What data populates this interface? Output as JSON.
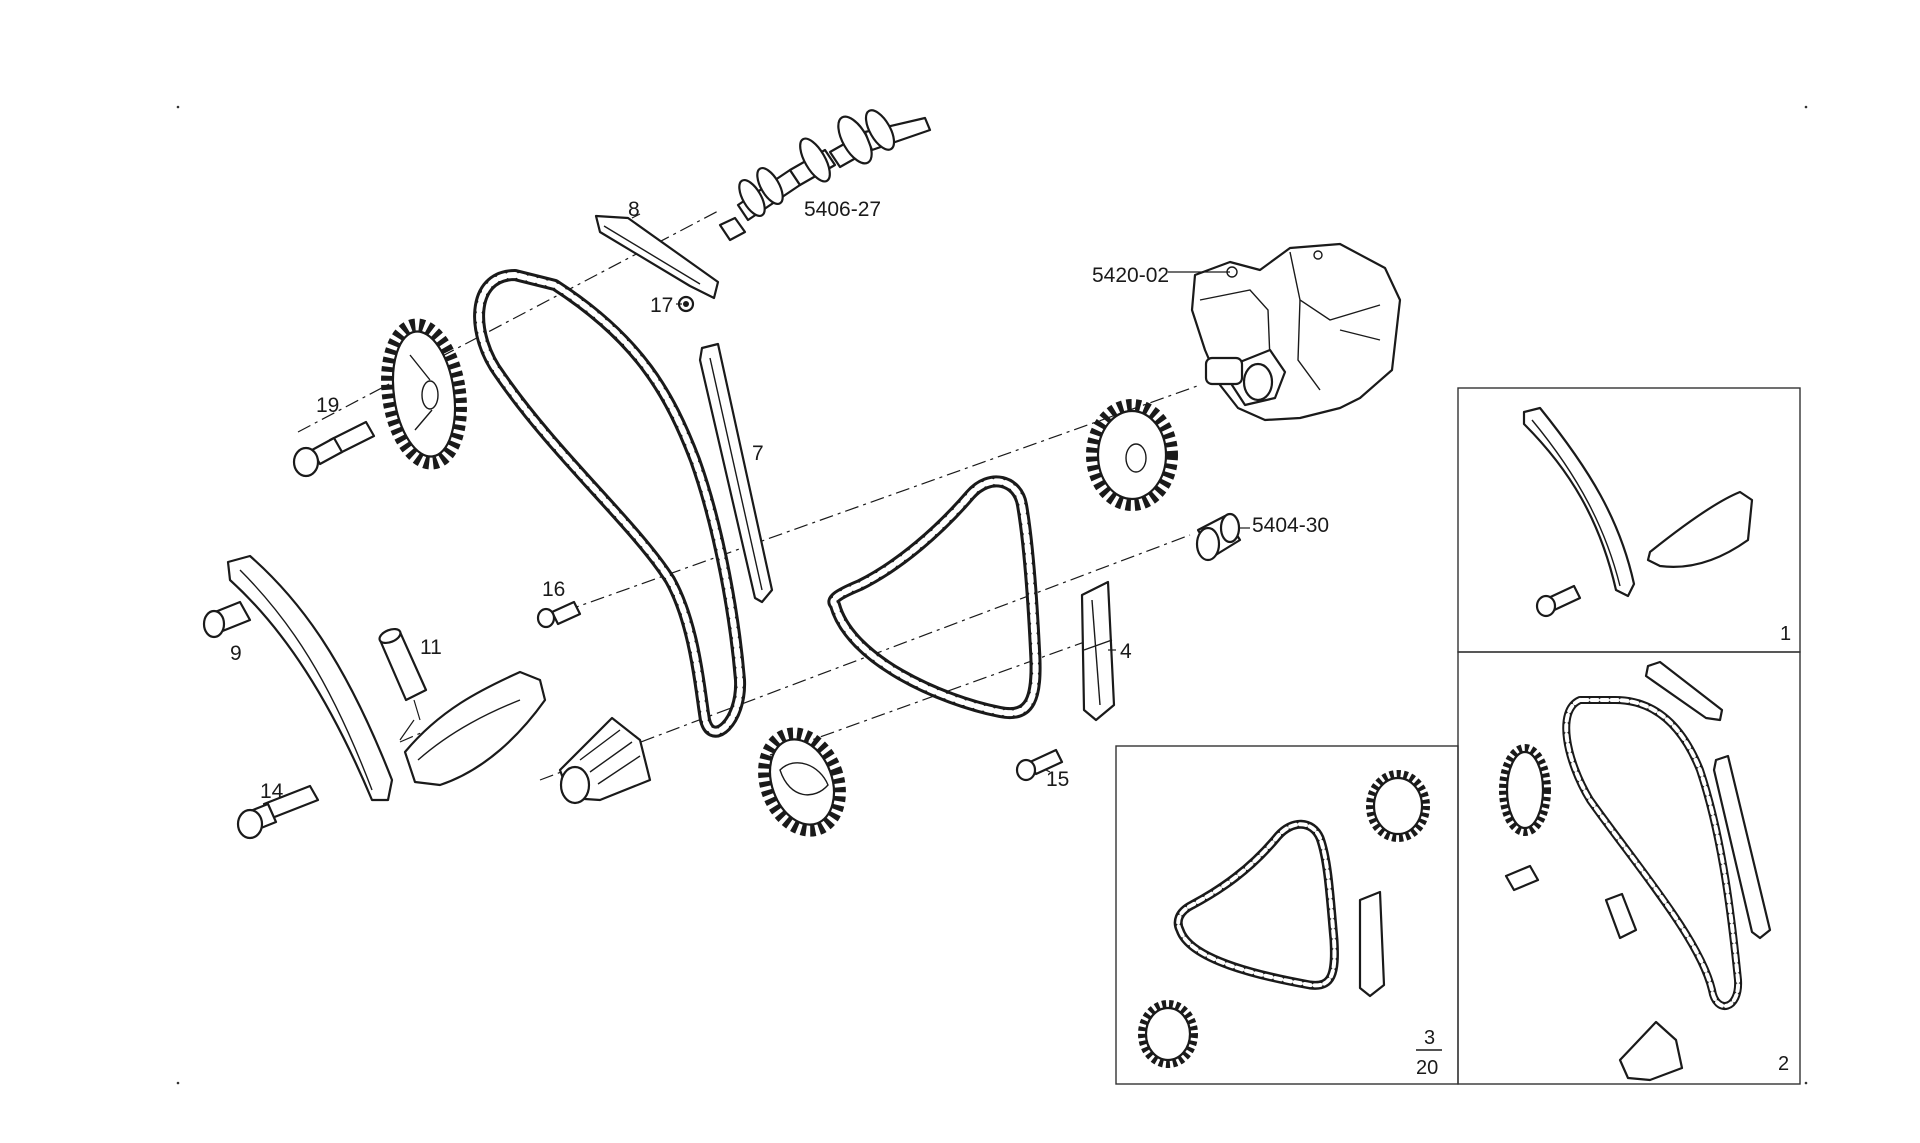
{
  "labels": {
    "p5406_27": "5406-27",
    "p8": "8",
    "p17": "17",
    "p5420_02": "5420-02",
    "p19": "19",
    "p7": "7",
    "p5404_30": "5404-30",
    "p16": "16",
    "p11": "11",
    "p9": "9",
    "p4": "4",
    "p14": "14",
    "p15": "15"
  },
  "insets": {
    "kit1": "1",
    "kit2": "2",
    "kit3_top": "3",
    "kit3_bottom": "20"
  }
}
